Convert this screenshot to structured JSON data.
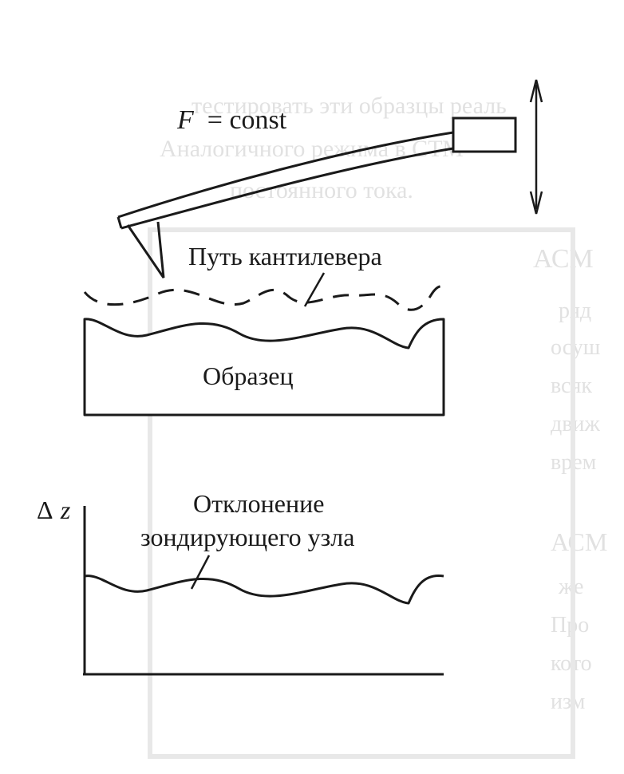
{
  "figure": {
    "force_label": {
      "variable": "F",
      "rest": " = const"
    },
    "cantilever_path_label": "Путь кантилевера",
    "sample_label": "Образец",
    "delta_z_label": {
      "symbol": "Δ",
      "variable": "z"
    },
    "deflection_label": {
      "line1": "Отклонение",
      "line2": "зондирующего узла"
    }
  },
  "bleed_through": {
    "lines": [
      "тестировать эти образцы реаль",
      "Аналогичного режима в СТМ",
      "постоянного тока.",
      "АСМ",
      "ряд",
      "осуш",
      "всяк",
      "движ",
      "врем",
      "АСМ",
      "же",
      "Про",
      "кото",
      "изм"
    ]
  },
  "colors": {
    "ink": "#1a1a1a",
    "bleed": "#c9c9c9",
    "paper": "#ffffff"
  }
}
